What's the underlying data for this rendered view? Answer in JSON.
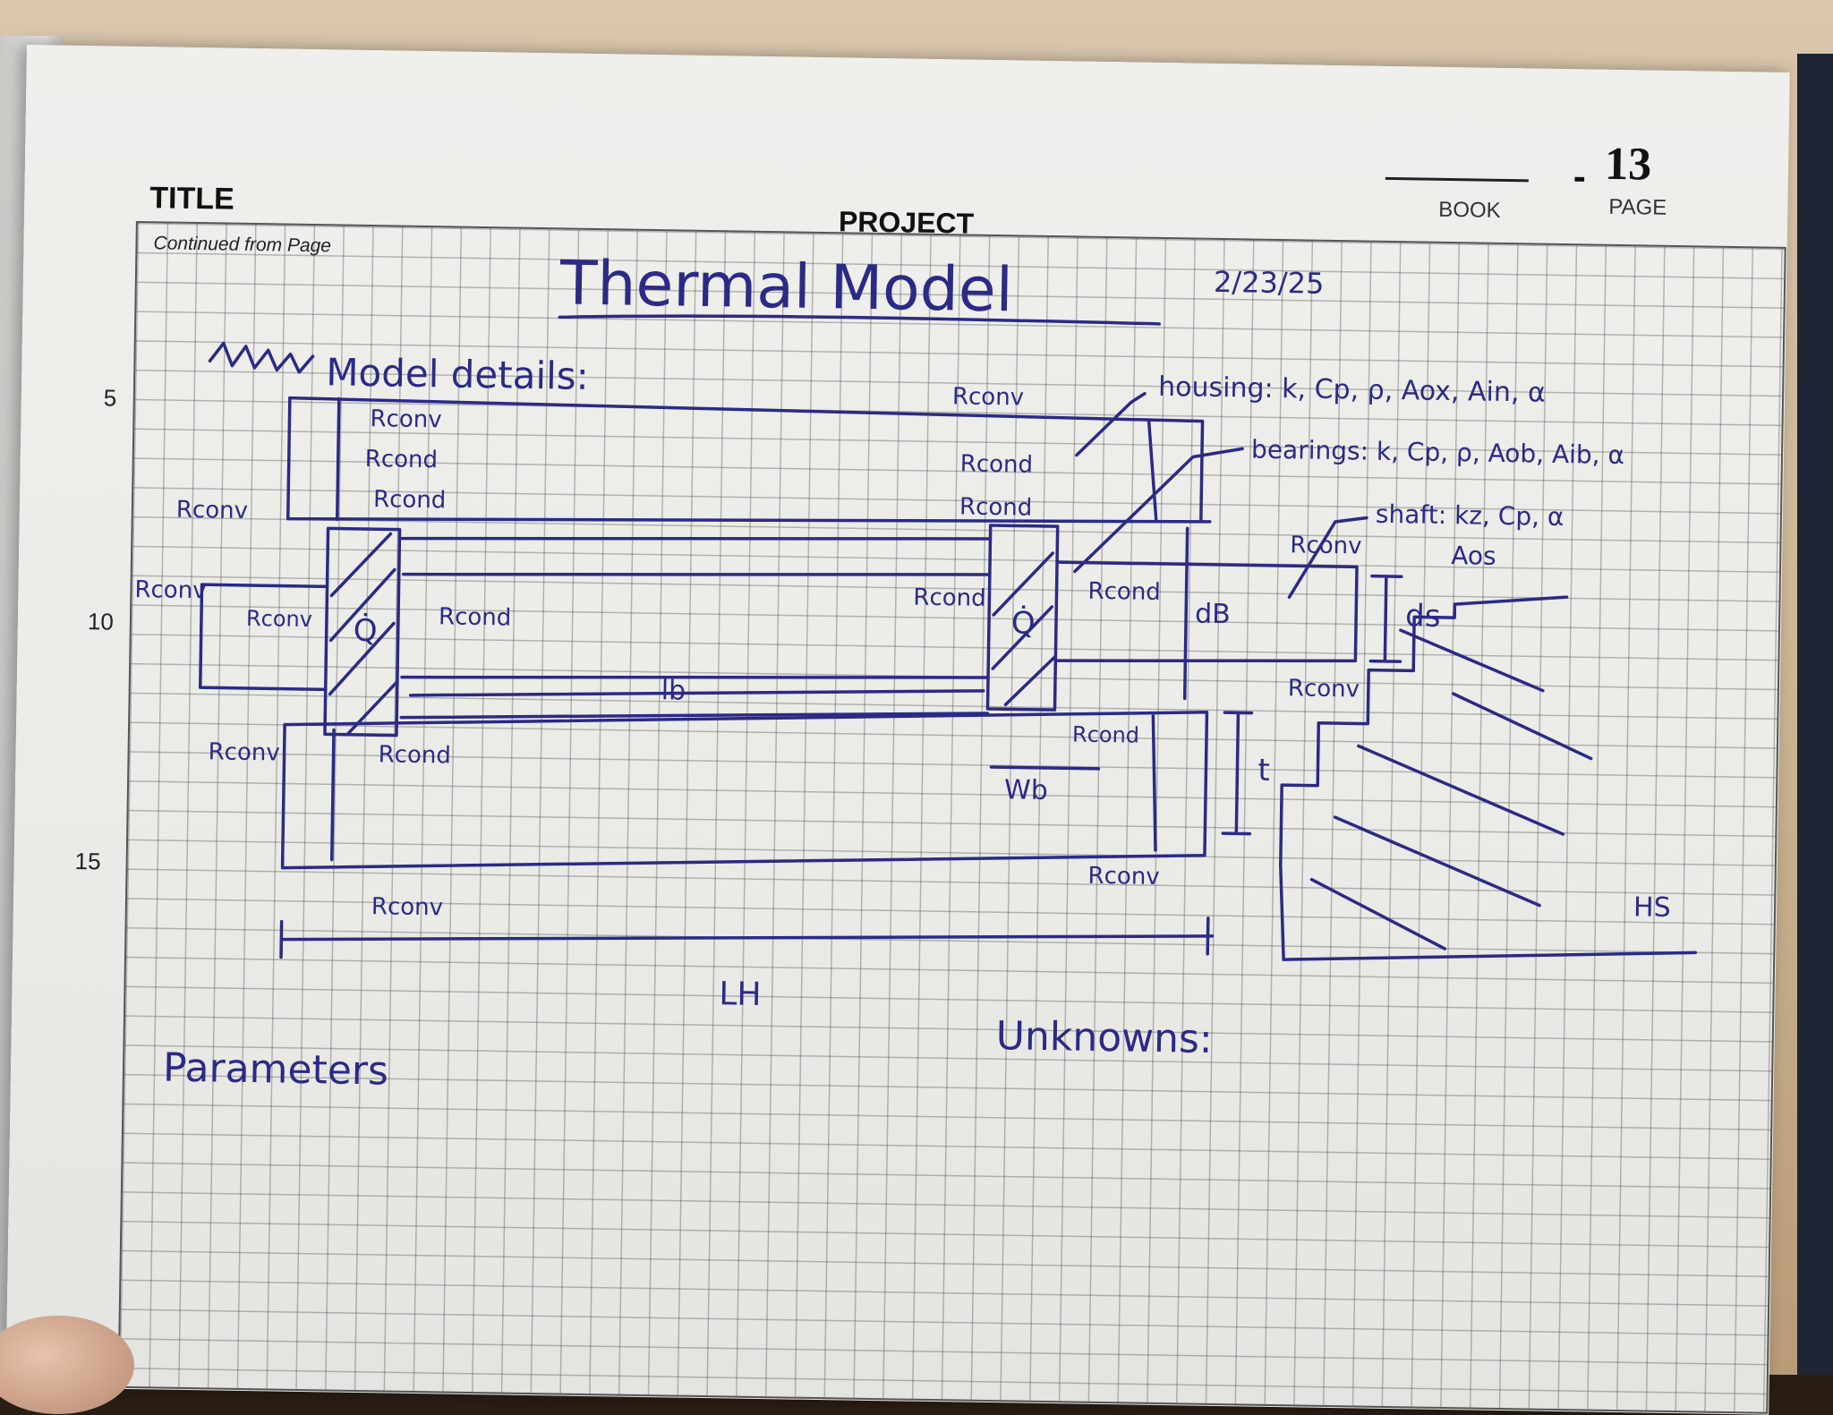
{
  "header": {
    "title_label": "TITLE",
    "project_label": "PROJECT",
    "book_label": "BOOK",
    "page_label": "PAGE",
    "page_separator": "-",
    "page_number": "13",
    "continued_label": "Continued from Page"
  },
  "line_numbers": [
    "5",
    "10",
    "15"
  ],
  "handwriting": {
    "title": "Thermal Model",
    "date": "2/23/25",
    "section_heading": "Model details:",
    "housing_label": "housing: k, Cp, ρ, Aox, Ain, α",
    "bearings_label": "bearings: k, Cp, ρ, Aob, Aib, α",
    "shaft_label": "shaft: kz, Cp, α",
    "shaft_label_2": "Aos",
    "r_conv": "Rconv",
    "r_cond": "Rcond",
    "heat_symbol": "Q̇",
    "dim_lb": "lb",
    "dim_wb": "Wb",
    "dim_db": "dB",
    "dim_ds": "ds",
    "dim_t": "t",
    "dim_lh": "LH",
    "hs_label": "HS",
    "parameters_heading": "Parameters",
    "unknowns_heading": "Unknowns:"
  },
  "colors": {
    "ink": "#2b2a86",
    "paper": "#ecebe7",
    "grid_line": "#8a8a8a"
  }
}
